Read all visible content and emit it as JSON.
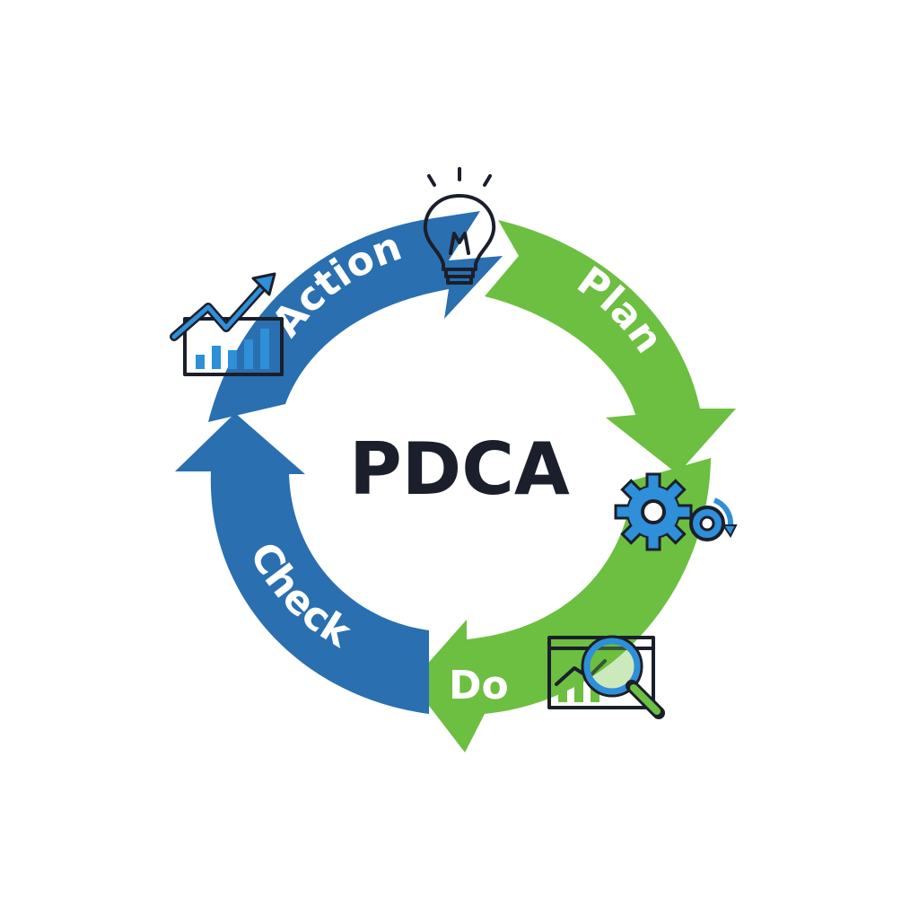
{
  "center": {
    "label": "PDCA"
  },
  "colors": {
    "blue": "#2a6fb0",
    "green": "#6cbf40",
    "dark": "#1a1f2b",
    "iconBlue": "#2f8fd8"
  },
  "segments": [
    {
      "id": "action",
      "label": "Action",
      "color": "blue",
      "icon": "lightbulb-icon"
    },
    {
      "id": "plan",
      "label": "Plan",
      "color": "green",
      "icon": "gears-icon"
    },
    {
      "id": "do",
      "label": "Do",
      "color": "green",
      "icon": "magnifier-chart-icon"
    },
    {
      "id": "check",
      "label": "Check",
      "color": "blue",
      "icon": "growth-chart-icon"
    }
  ]
}
